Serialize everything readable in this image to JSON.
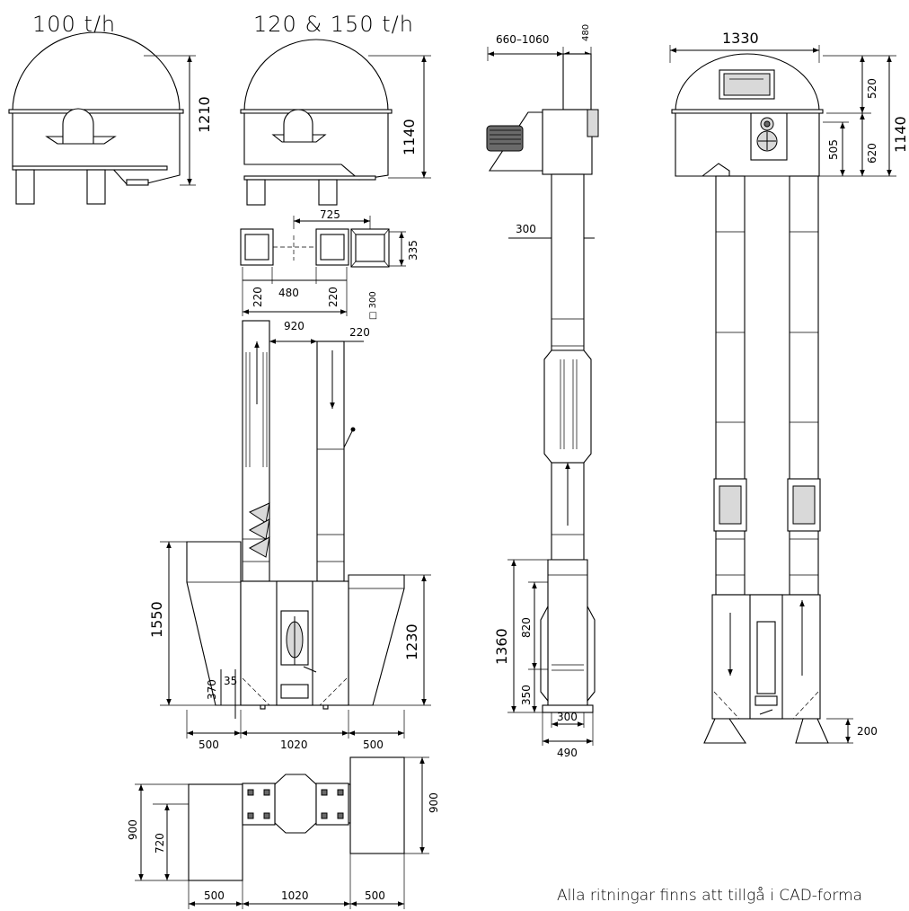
{
  "titles": {
    "view_100": "100 t/h",
    "view_120_150": "120 & 150 t/h"
  },
  "dimensions": {
    "h_1210": "1210",
    "h_1140_left": "1140",
    "w_725": "725",
    "h_335": "335",
    "w_220_a": "220",
    "w_480": "480",
    "w_220_b": "220",
    "sq_300": "□ 300",
    "w_920": "920",
    "w_220_c": "220",
    "h_1550": "1550",
    "h_1230": "1230",
    "h_370": "370",
    "h_35": "35",
    "w_500_a": "500",
    "w_1020_a": "1020",
    "w_500_b": "500",
    "h_900_right": "900",
    "h_900_left": "900",
    "h_720": "720",
    "w_500_c": "500",
    "w_1020_b": "1020",
    "w_500_d": "500",
    "w_660_1060": "660–1060",
    "w_480_top": "480",
    "w_300_pipe": "300",
    "h_1360": "1360",
    "h_820": "820",
    "h_350": "350",
    "w_300_base": "300",
    "w_490": "490",
    "w_1330": "1330",
    "h_520": "520",
    "h_620": "620",
    "h_505": "505",
    "h_1140_right": "1140",
    "h_200": "200"
  },
  "note": "Alla ritningar finns att tillgå i CAD-forma"
}
